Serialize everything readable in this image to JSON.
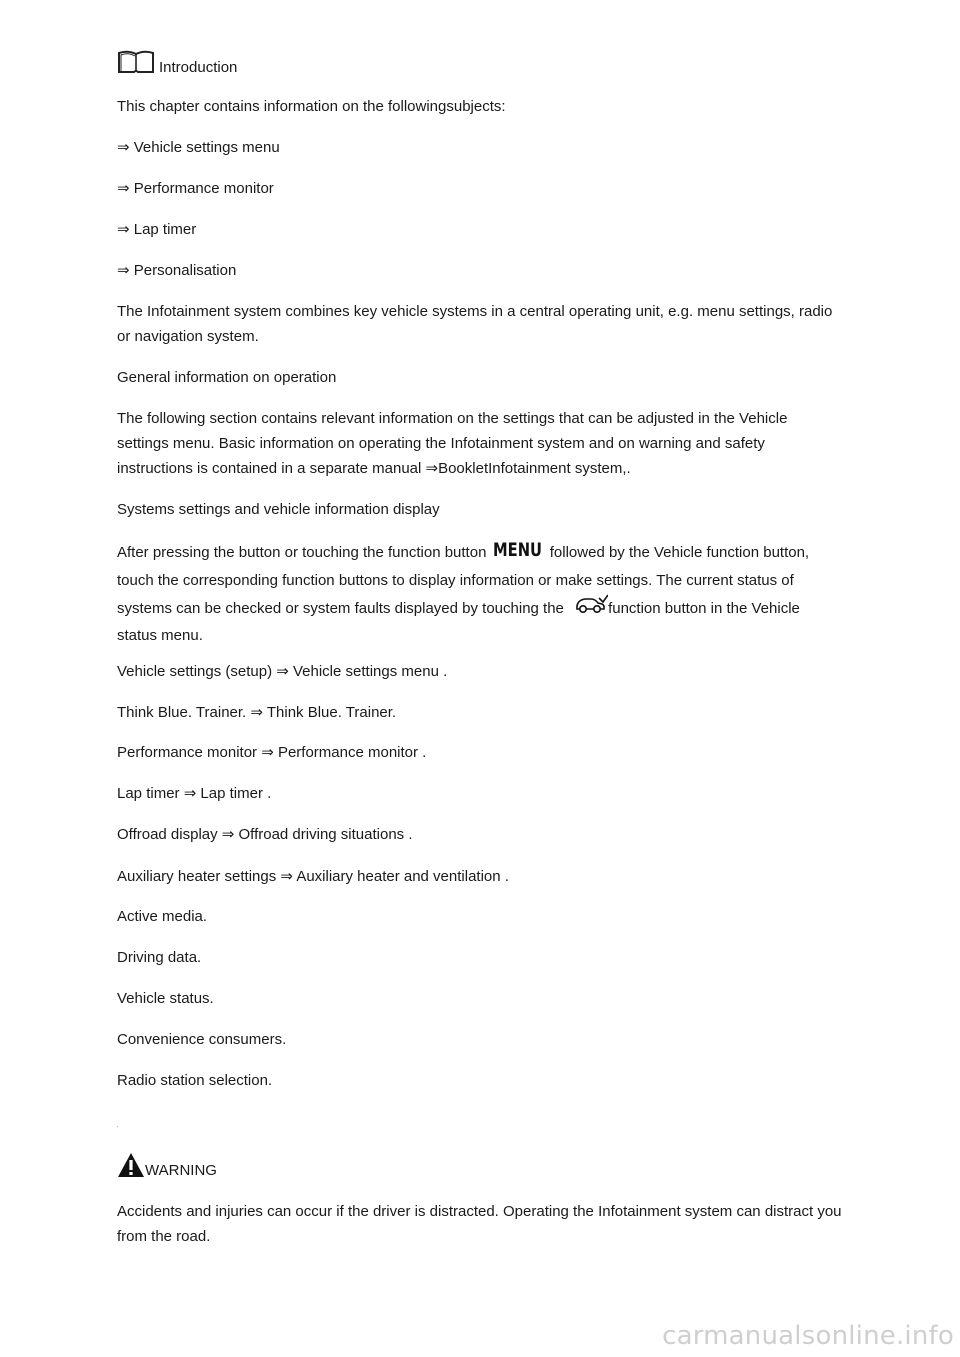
{
  "heading": {
    "title": "Introduction",
    "icon": "book-icon"
  },
  "intro": "This chapter contains information on the followingsubjects:",
  "links": [
    "⇒ Vehicle settings menu",
    "⇒ Performance monitor",
    "⇒ Lap timer",
    "⇒ Personalisation"
  ],
  "para_infotainment": "The Infotainment system combines key vehicle systems in a central operating unit, e.g. menu settings, radio or navigation system.",
  "general_heading": "General information on operation",
  "para_following": "The following section contains relevant information on the settings that can be adjusted in the Vehicle settings menu. Basic information on operating the Infotainment system and on warning and safety instructions is contained in a separate manual ⇒BookletInfotainment system,.",
  "systems_heading": "Systems settings and vehicle information display",
  "para_pressing": {
    "part1": "After pressing the button or touching the function button ",
    "menu_icon_label": "MENU",
    "part2": " followed by the Vehicle function button, touch the corresponding function buttons to display information or make settings. The current status of systems can be checked or system faults displayed by touching the ",
    "car_icon": "car-status-icon",
    "part3": "function button in the Vehicle status menu."
  },
  "items": [
    "Vehicle settings (setup) ⇒ Vehicle settings menu .",
    "Think Blue. Trainer. ⇒ Think Blue. Trainer.",
    "Performance monitor ⇒ Performance monitor .",
    "Lap timer ⇒ Lap timer .",
    "Offroad display ⇒ Offroad driving situations .",
    "Auxiliary heater settings ⇒ Auxiliary heater and ventilation .",
    "Active media.",
    "Driving data.",
    "Vehicle status.",
    "Convenience consumers.",
    "Radio station selection."
  ],
  "warning": {
    "icon": "warning-icon",
    "label": "WARNING",
    "text": "Accidents and injuries can occur if the driver is distracted. Operating the Infotainment system can distract you from the road."
  },
  "watermark": "carmanualsonline.info"
}
